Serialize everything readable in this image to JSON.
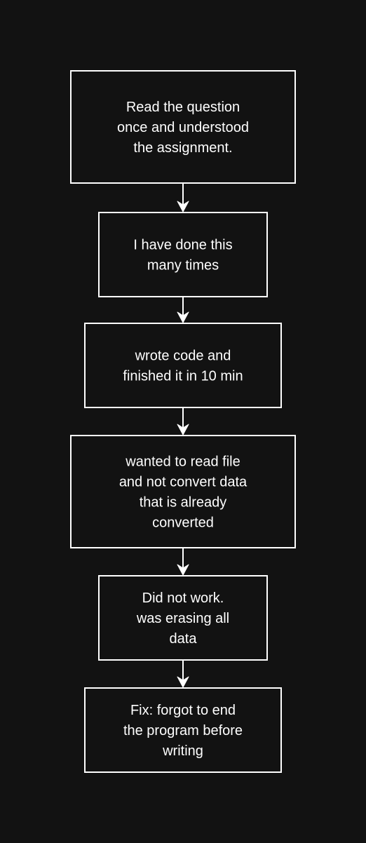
{
  "colors": {
    "background": "#121212",
    "stroke": "#ffffff",
    "text": "#ffffff"
  },
  "nodes": [
    {
      "id": "read-question",
      "lines": [
        "Read the question",
        "once and understood",
        "the assignment."
      ]
    },
    {
      "id": "done-many-times",
      "lines": [
        "I have done this",
        "many times"
      ]
    },
    {
      "id": "wrote-code",
      "lines": [
        "wrote code and",
        "finished it in 10 min"
      ]
    },
    {
      "id": "read-file",
      "lines": [
        "wanted to read file",
        "and not convert data",
        "that is already",
        "converted"
      ]
    },
    {
      "id": "did-not-work",
      "lines": [
        "Did not work.",
        "was erasing all",
        "data"
      ]
    },
    {
      "id": "fix",
      "lines": [
        "Fix: forgot to end",
        "the program before",
        "writing"
      ]
    }
  ],
  "edges": [
    {
      "from": "read-question",
      "to": "done-many-times"
    },
    {
      "from": "done-many-times",
      "to": "wrote-code"
    },
    {
      "from": "wrote-code",
      "to": "read-file"
    },
    {
      "from": "read-file",
      "to": "did-not-work"
    },
    {
      "from": "did-not-work",
      "to": "fix"
    }
  ]
}
